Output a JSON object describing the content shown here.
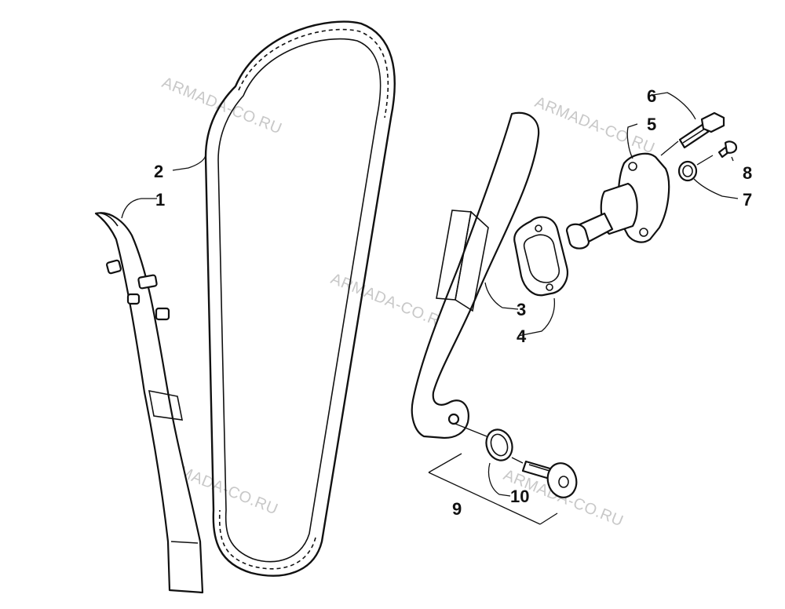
{
  "watermarks": [
    "ARMADA-CO.RU",
    "ARMADA-CO.RU",
    "ARMADA-CO.RU",
    "ARMADA-CO.RU",
    "ARMADA-CO.RU"
  ],
  "callouts": [
    "1",
    "2",
    "3",
    "4",
    "5",
    "6",
    "7",
    "8",
    "9",
    "10"
  ],
  "colors": {
    "line": "#111111",
    "watermark": "#c8c8c8",
    "background": "#ffffff"
  }
}
